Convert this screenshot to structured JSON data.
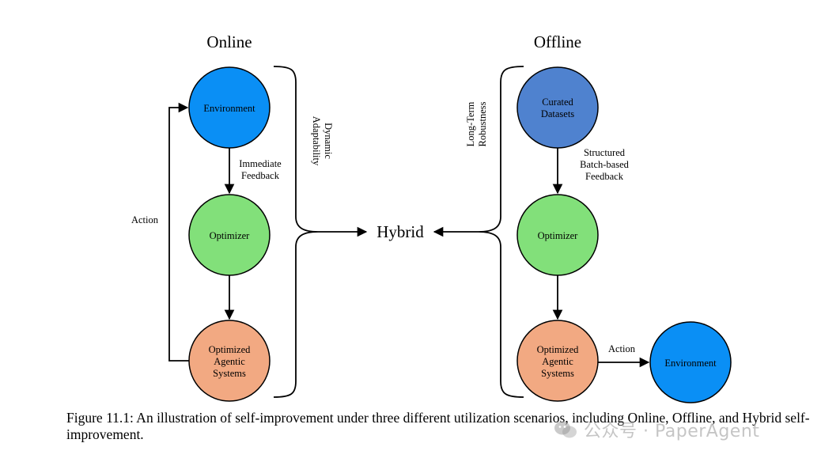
{
  "online": {
    "title": "Online",
    "nodes": {
      "environment": "Environment",
      "optimizer": "Optimizer",
      "agentic": [
        "Optimized",
        "Agentic",
        "Systems"
      ]
    },
    "edge_feedback": [
      "Immediate",
      "Feedback"
    ],
    "edge_action": "Action",
    "brace_label": [
      "Dynamic",
      "Adaptability"
    ]
  },
  "offline": {
    "title": "Offline",
    "nodes": {
      "datasets": [
        "Curated",
        "Datasets"
      ],
      "optimizer": "Optimizer",
      "agentic": [
        "Optimized",
        "Agentic",
        "Systems"
      ],
      "environment": "Environment"
    },
    "edge_feedback": [
      "Structured",
      "Batch-based",
      "Feedback"
    ],
    "edge_action": "Action",
    "brace_label": [
      "Long-Term",
      "Robustness"
    ]
  },
  "hybrid": {
    "label": "Hybrid"
  },
  "caption": "Figure 11.1: An illustration of self-improvement under three different utilization scenarios, including Online, Offline, and Hybrid self-improvement.",
  "watermark": "公众号 · PaperAgent",
  "colors": {
    "environment": "#0a8ff5",
    "optimizer": "#82e07a",
    "agentic": "#f2a982",
    "datasets": "#4f82cf",
    "stroke": "#000000"
  }
}
